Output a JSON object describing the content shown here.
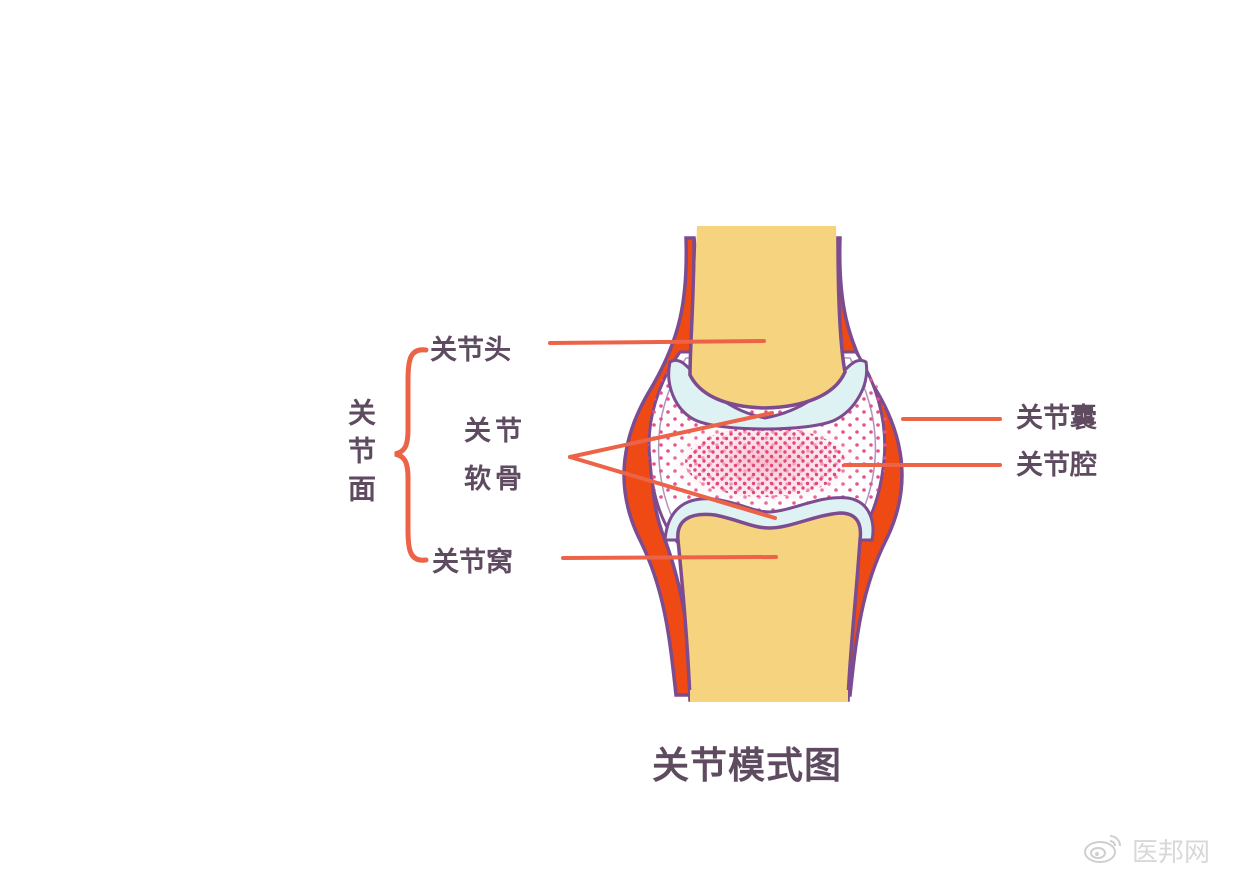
{
  "title": "关节模式图",
  "labels": {
    "joint_surface": "关节面",
    "joint_head": "关节头",
    "cartilage_line1": "关节",
    "cartilage_line2": "软骨",
    "joint_socket": "关节窝",
    "joint_capsule": "关节囊",
    "joint_cavity": "关节腔"
  },
  "watermark": {
    "icon": "weibo-icon",
    "text": "医邦网"
  },
  "colors": {
    "bone": "#f5d37f",
    "capsule": "#ef4a14",
    "outline": "#7d4b8f",
    "cartilage": "#dff2f3",
    "synovial_dots": "#e8508a",
    "leader_line": "#ec6347",
    "text": "#5e4b60"
  }
}
